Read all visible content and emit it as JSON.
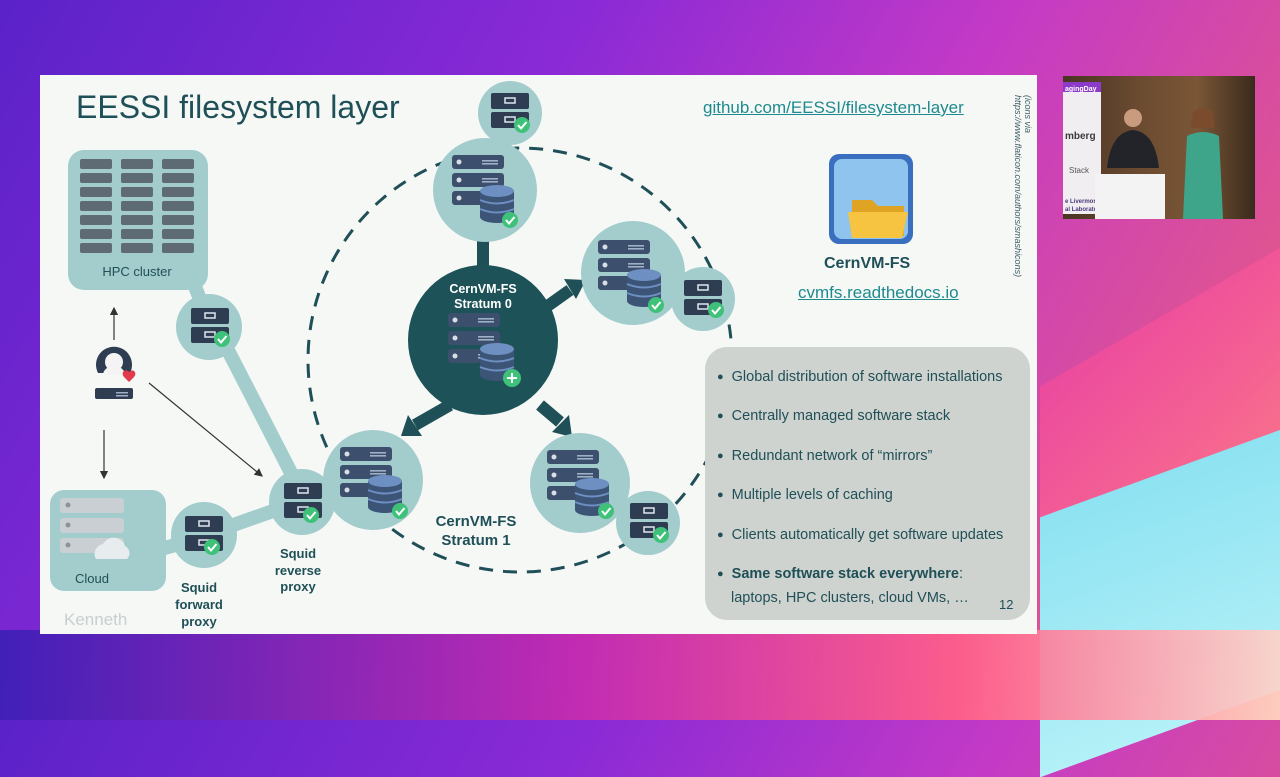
{
  "slide": {
    "title": "EESSI filesystem layer",
    "github_link": "github.com/EESSI/filesystem-layer",
    "icon_credit": "(icons via https://www.flaticon.com/authors/smashicons)",
    "speaker": "Kenneth",
    "page_number": "12"
  },
  "cvmfs": {
    "name": "CernVM-FS",
    "docs_link": "cvmfs.readthedocs.io"
  },
  "diagram": {
    "stratum0_line1": "CernVM-FS",
    "stratum0_line2": "Stratum 0",
    "stratum1_line1": "CernVM-FS",
    "stratum1_line2": "Stratum 1",
    "hpc_label": "HPC cluster",
    "cloud_label": "Cloud",
    "forward_proxy": [
      "Squid",
      "forward",
      "proxy"
    ],
    "reverse_proxy": [
      "Squid",
      "reverse",
      "proxy"
    ]
  },
  "bullets": [
    {
      "text": "Global distribution of software installations"
    },
    {
      "text": "Centrally managed software stack"
    },
    {
      "text": "Redundant network of “mirrors”"
    },
    {
      "text": "Multiple levels of caching"
    },
    {
      "text": "Clients automatically get software updates"
    },
    {
      "bold": "Same software stack everywhere",
      "text": ":"
    }
  ],
  "bullet_continuation": "laptops, HPC clusters, cloud VMs, …",
  "camera": {
    "banner_line1": "agingDay",
    "banner_line2": "mberg",
    "banner_line3": "Stack",
    "banner_line4": "e Livermore",
    "banner_line5": "al Laboratory"
  },
  "colors": {
    "teal_dark": "#1f4f57",
    "teal_light": "#a3cccc",
    "check_green": "#3fc17a",
    "link": "#1e8a8f"
  }
}
